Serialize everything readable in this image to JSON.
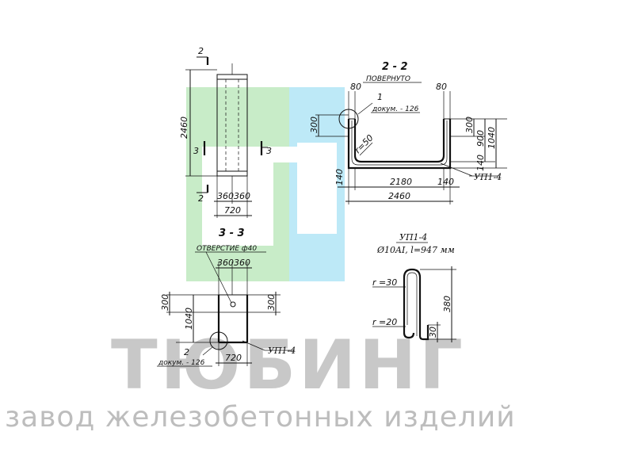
{
  "watermark": {
    "brand": "ТЮБИНГ",
    "tagline": "завод железобетонных изделий",
    "logo_colors": {
      "green": "#c8ecc8",
      "blue": "#bde9f7"
    }
  },
  "view_front": {
    "cut_label_top": "2",
    "cut_label_bottom": "2",
    "cut_label_left": "3",
    "cut_label_right": "3",
    "height": "2460",
    "half_left": "360",
    "half_right": "360",
    "width": "720"
  },
  "section_22": {
    "title": "2 - 2",
    "subtitle": "ПОВЕРНУТО",
    "callout_number": "1",
    "callout_doc": "докум. - 126",
    "top_left": "80",
    "top_right": "80",
    "left_height": "300",
    "right_300": "300",
    "right_900": "900",
    "right_1040": "1040",
    "right_140": "140",
    "radius": "r=50",
    "bar_label": "УП1-4",
    "bottom_left": "140",
    "bottom_mid": "2180",
    "bottom_right": "140",
    "total": "2460"
  },
  "section_33": {
    "title": "3 - 3",
    "hole_label": "ОТВЕРСТИЕ ф40",
    "half_left": "360",
    "half_right": "360",
    "left_300": "300",
    "left_1040": "1040",
    "right_300": "300",
    "callout_number": "2",
    "callout_doc": "докум. - 126",
    "bar_label": "УП1-4",
    "width": "720"
  },
  "detail_up": {
    "title": "УП1-4",
    "spec": "Ø10AI, l=947 мм",
    "r_top": "r =30",
    "r_bottom": "r =20",
    "height": "380",
    "leg": "30"
  }
}
